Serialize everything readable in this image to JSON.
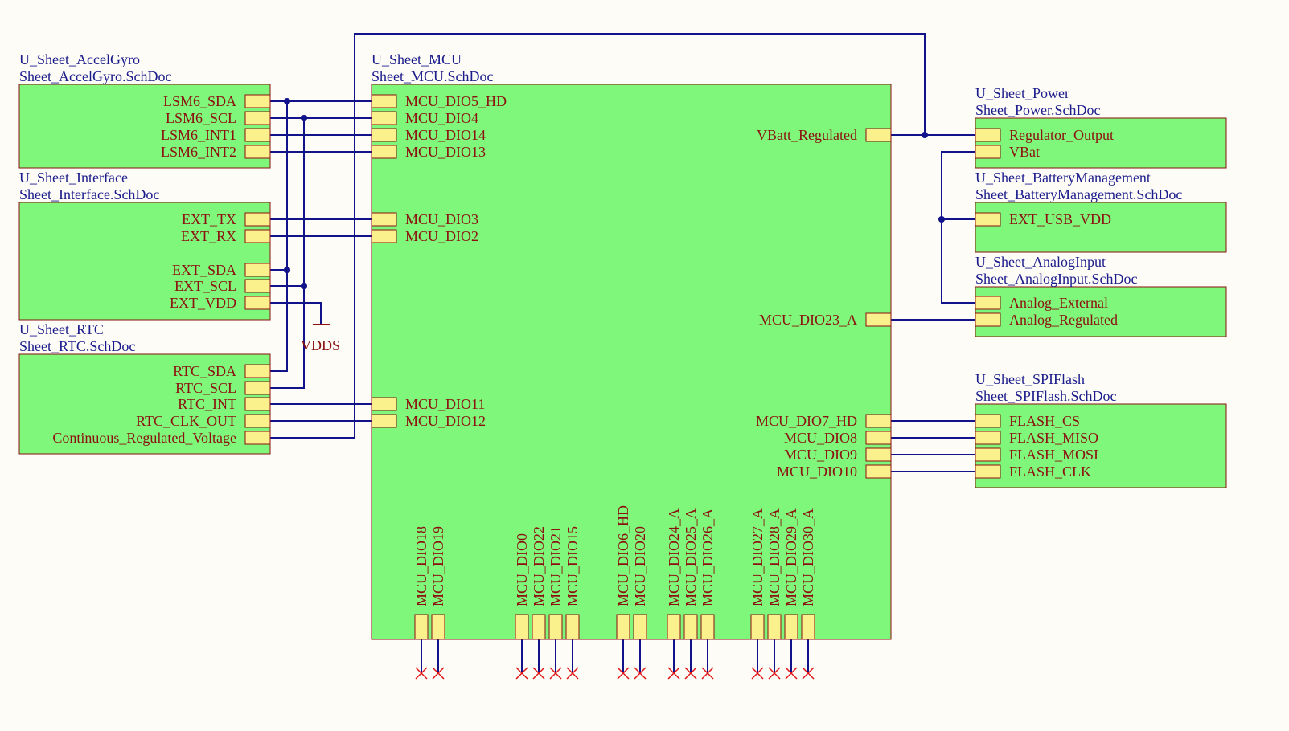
{
  "sheets": {
    "accelgyro": {
      "designator": "U_Sheet_AccelGyro",
      "filename": "Sheet_AccelGyro.SchDoc",
      "ports": [
        "LSM6_SDA",
        "LSM6_SCL",
        "LSM6_INT1",
        "LSM6_INT2"
      ]
    },
    "interface": {
      "designator": "U_Sheet_Interface",
      "filename": "Sheet_Interface.SchDoc",
      "ports": [
        "EXT_TX",
        "EXT_RX",
        "EXT_SDA",
        "EXT_SCL",
        "EXT_VDD"
      ]
    },
    "rtc": {
      "designator": "U_Sheet_RTC",
      "filename": "Sheet_RTC.SchDoc",
      "ports": [
        "RTC_SDA",
        "RTC_SCL",
        "RTC_INT",
        "RTC_CLK_OUT",
        "Continuous_Regulated_Voltage"
      ]
    },
    "mcu": {
      "designator": "U_Sheet_MCU",
      "filename": "Sheet_MCU.SchDoc",
      "left_ports": [
        "MCU_DIO5_HD",
        "MCU_DIO4",
        "MCU_DIO14",
        "MCU_DIO13",
        "MCU_DIO3",
        "MCU_DIO2",
        "MCU_DIO11",
        "MCU_DIO12"
      ],
      "right_ports": [
        "VBatt_Regulated",
        "MCU_DIO23_A",
        "MCU_DIO7_HD",
        "MCU_DIO8",
        "MCU_DIO9",
        "MCU_DIO10"
      ],
      "bottom_ports": [
        "MCU_DIO18",
        "MCU_DIO19",
        "MCU_DIO0",
        "MCU_DIO22",
        "MCU_DIO21",
        "MCU_DIO15",
        "MCU_DIO6_HD",
        "MCU_DIO20",
        "MCU_DIO24_A",
        "MCU_DIO25_A",
        "MCU_DIO26_A",
        "MCU_DIO27_A",
        "MCU_DIO28_A",
        "MCU_DIO29_A",
        "MCU_DIO30_A"
      ]
    },
    "power": {
      "designator": "U_Sheet_Power",
      "filename": "Sheet_Power.SchDoc",
      "ports": [
        "Regulator_Output",
        "VBat"
      ]
    },
    "battery": {
      "designator": "U_Sheet_BatteryManagement",
      "filename": "Sheet_BatteryManagement.SchDoc",
      "ports": [
        "EXT_USB_VDD"
      ]
    },
    "analog": {
      "designator": "U_Sheet_AnalogInput",
      "filename": "Sheet_AnalogInput.SchDoc",
      "ports": [
        "Analog_External",
        "Analog_Regulated"
      ]
    },
    "spiflash": {
      "designator": "U_Sheet_SPIFlash",
      "filename": "Sheet_SPIFlash.SchDoc",
      "ports": [
        "FLASH_CS",
        "FLASH_MISO",
        "FLASH_MOSI",
        "FLASH_CLK"
      ]
    }
  },
  "power_port": {
    "label": "VDDS"
  },
  "colors": {
    "sheet_fill": "#7ef77a",
    "sheet_border": "#8c1010",
    "port_fill": "#faf08c",
    "wire": "#12128a",
    "designator_text": "#1c1c8c",
    "port_text": "#8c1010",
    "no_connect": "#e11414",
    "background": "#fdfcf7"
  }
}
